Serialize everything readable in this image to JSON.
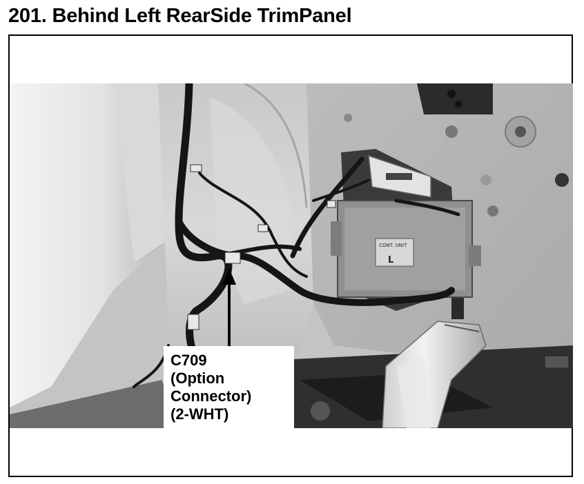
{
  "page": {
    "title": "201. Behind Left RearSide TrimPanel"
  },
  "callout": {
    "lines": [
      "C709",
      "(Option",
      "Connector)",
      "(2-WHT)"
    ]
  },
  "labels": {
    "control_unit_label": "CONT. UNIT",
    "control_unit_side": "L"
  },
  "colors": {
    "border": "#000000",
    "photo_tone": "grayscale"
  }
}
